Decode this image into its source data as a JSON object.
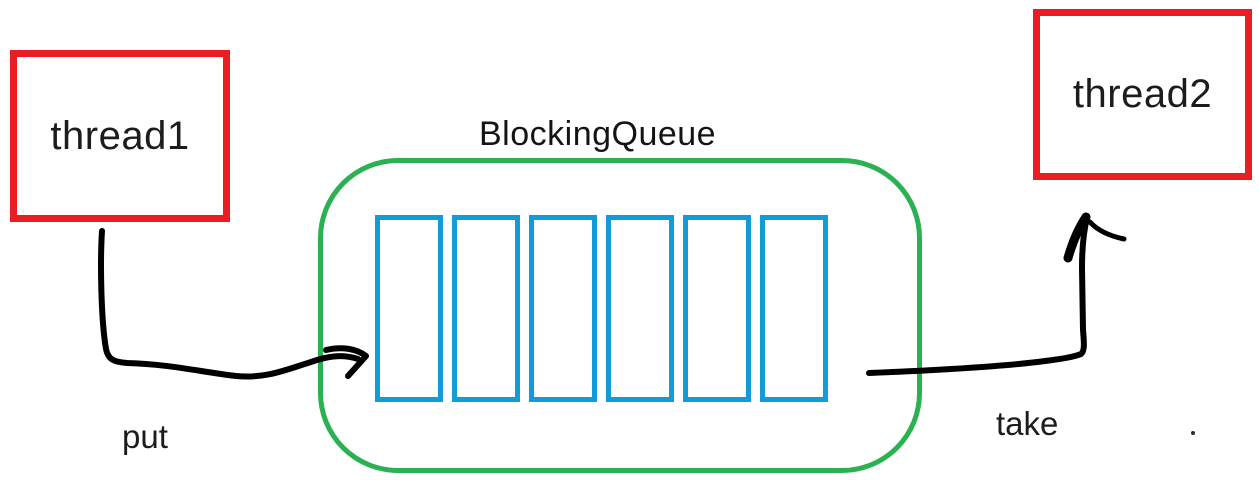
{
  "title": "BlockingQueue",
  "producer": {
    "label": "thread1"
  },
  "consumer": {
    "label": "thread2"
  },
  "actions": {
    "put": "put",
    "take": "take"
  },
  "queue": {
    "slot_count": 6
  },
  "colors": {
    "thread_box_border": "#ed1c24",
    "queue_border": "#2bb151",
    "slot_border": "#119cd9",
    "ink": "#000000",
    "background": "#ffffff",
    "text": "#1c1c1c"
  }
}
